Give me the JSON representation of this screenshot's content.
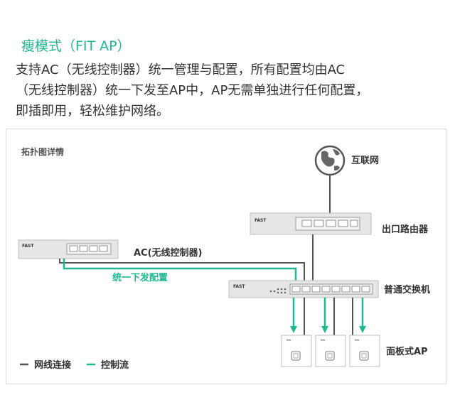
{
  "header": {
    "title": "瘦模式（FIT AP）",
    "description_lines": [
      "支持AC（无线控制器）统一管理与配置，所有配置均由AC",
      "（无线控制器）统一下发至AP中，AP无需单独进行任何配置，",
      "即插即用，轻松维护网络。"
    ]
  },
  "diagram": {
    "panel_title": "拓扑图详情",
    "nodes": {
      "internet": "互联网",
      "router": "出口路由器",
      "ac": "AC(无线控制器)",
      "switch": "普通交换机",
      "ap": "面板式AP"
    },
    "brand": "FAST",
    "control_flow_label": "统一下发配置",
    "legend": [
      {
        "label": "网线连接",
        "color": "#555555"
      },
      {
        "label": "控制流",
        "color": "#1eb892"
      }
    ]
  },
  "colors": {
    "accent": "#1eb892",
    "cable": "#555555",
    "device": "#e6e6e6"
  }
}
